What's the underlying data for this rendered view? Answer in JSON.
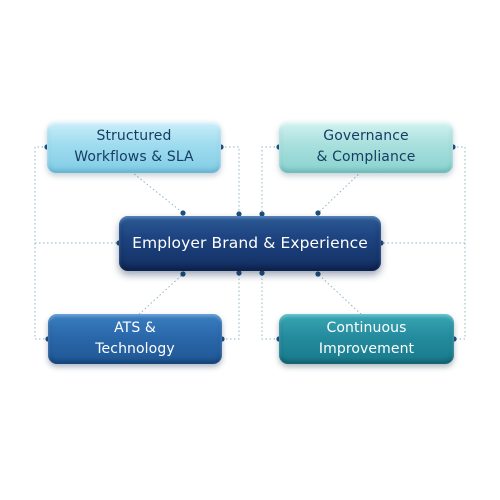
{
  "diagram": {
    "center": {
      "label": "Employer Brand & Experience"
    },
    "nodes": [
      {
        "id": "structured",
        "label": "Structured\nWorkflows & SLA"
      },
      {
        "id": "governance",
        "label": "Governance\n& Compliance"
      },
      {
        "id": "ats",
        "label": "ATS &\nTechnology"
      },
      {
        "id": "continuous",
        "label": "Continuous\nImprovement"
      }
    ]
  },
  "colors": {
    "structured": "#9fdcef",
    "governance": "#a8e0dd",
    "center": "#1d4380",
    "ats": "#2a68ab",
    "continuous": "#248c9e",
    "connector": "#8db8c4",
    "dot": "#1f4f7d"
  }
}
